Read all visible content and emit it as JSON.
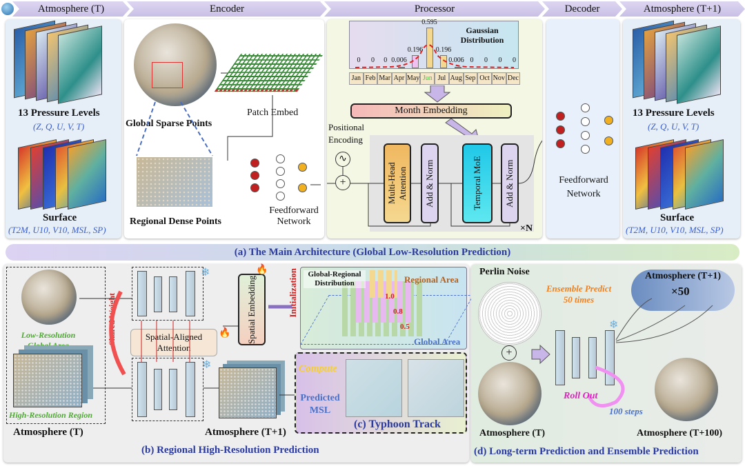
{
  "header": {
    "atm_t": "Atmosphere (T)",
    "encoder": "Encoder",
    "processor": "Processor",
    "decoder": "Decoder",
    "atm_t1": "Atmosphere (T+1)"
  },
  "input": {
    "pressure_title": "13 Pressure Levels",
    "pressure_vars": "(Z, Q, U, V, T)",
    "surface_title": "Surface",
    "surface_vars": "(T2M, U10, V10, MSL, SP)"
  },
  "encoder": {
    "global_sparse": "Global Sparse Points",
    "patch_embed": "Patch Embed",
    "regional_dense": "Regional Dense Points",
    "ffn": "Feedforward Network"
  },
  "processor": {
    "gaussian_title": "Gaussian Distribution",
    "months": [
      "Jan",
      "Feb",
      "Mar",
      "Apr",
      "May",
      "Jun",
      "Jul",
      "Aug",
      "Sep",
      "Oct",
      "Nov",
      "Dec"
    ],
    "values": [
      "0",
      "0",
      "0",
      "0.006",
      "0.196",
      "0.595",
      "0.196",
      "0.006",
      "0",
      "0",
      "0",
      "0"
    ],
    "highlight_month": "Jun",
    "highlight_color": "#3cc83c",
    "month_embedding": "Month Embedding",
    "positional_encoding": "Positional Encoding",
    "mha": "Multi-Head Attention",
    "add_norm": "Add & Norm",
    "temporal_moe": "Temporal MoE",
    "repeat": "×N"
  },
  "decoder": {
    "ffn": "Feedforward Network"
  },
  "output": {
    "pressure_title": "13 Pressure Levels",
    "pressure_vars": "(Z, Q, U, V, T)",
    "surface_title": "Surface",
    "surface_vars": "(T2M, U10, V10, MSL, SP)"
  },
  "caption_a": "(a) The Main Architecture (Global Low-Resolution Prediction)",
  "regional": {
    "low_res": "Low-Resolution Global Area",
    "high_res": "High-Resolution Region",
    "atm_t": "Atmosphere (T)",
    "shared_weight": "Shared Weight",
    "spatial_aligned": "Spatial-Aligned Attention",
    "spatial_embedding": "Spatial Embedding",
    "initialization": "Initialization",
    "gr_dist": "Global-Regional Distribution",
    "regional_area": "Regional Area",
    "global_area": "Global Area",
    "v1": "1.0",
    "v2": "0.8",
    "v3": "0.5",
    "atm_t1": "Atmosphere (T+1)",
    "compute": "Compute",
    "predicted_msl": "Predicted MSL",
    "typhoon": "(c) Typhoon Track",
    "caption": "(b) Regional High-Resolution Prediction"
  },
  "longterm": {
    "perlin": "Perlin Noise",
    "ensemble": "Ensemble Predict 50 times",
    "atm_t1": "Atmosphere (T+1)",
    "times": "×50",
    "roll_out": "Roll Out",
    "steps": "100 steps",
    "atm_t": "Atmosphere (T)",
    "atm_t100": "Atmosphere (T+100)",
    "caption": "(d) Long-term Prediction and Ensemble Prediction"
  }
}
